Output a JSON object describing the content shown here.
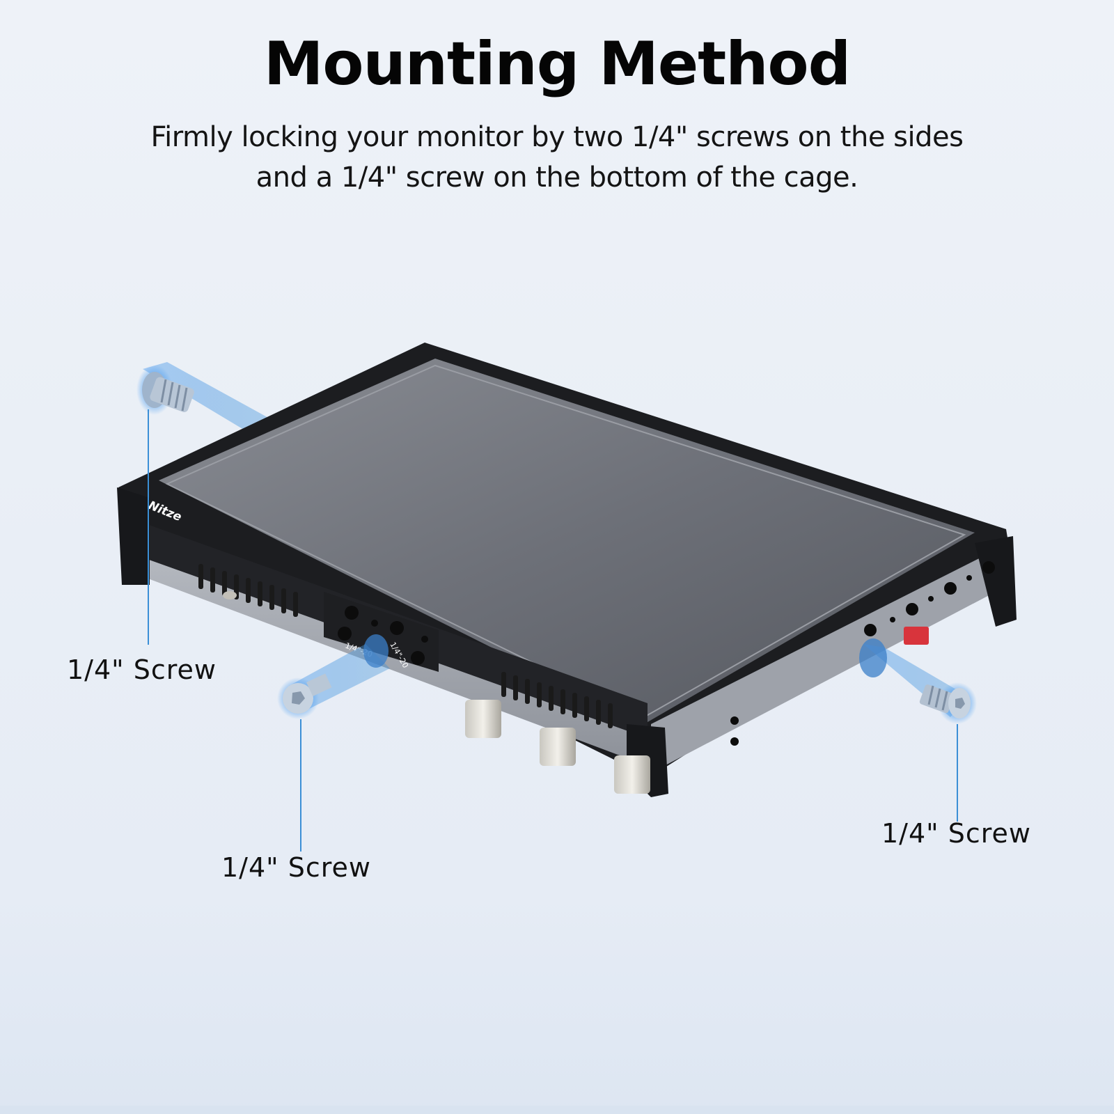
{
  "header": {
    "title": "Mounting Method",
    "subtitle_lines": [
      "Firmly locking your monitor by two 1/4\" screws on the sides",
      "and a 1/4\" screw on the bottom of the cage."
    ]
  },
  "product": {
    "brand_mark": "Nitze",
    "thread_marking": "1/4\"-20"
  },
  "callouts": [
    {
      "id": "left-side",
      "label": "1/4\" Screw"
    },
    {
      "id": "bottom",
      "label": "1/4\" Screw"
    },
    {
      "id": "right-side",
      "label": "1/4\" Screw"
    }
  ],
  "colors": {
    "accent_blue": "#3b8fd6",
    "cage_black": "#1c1d20",
    "screen_gray": "#6e7179",
    "background": "#eaeff6",
    "record_button_red": "#d8343c"
  }
}
